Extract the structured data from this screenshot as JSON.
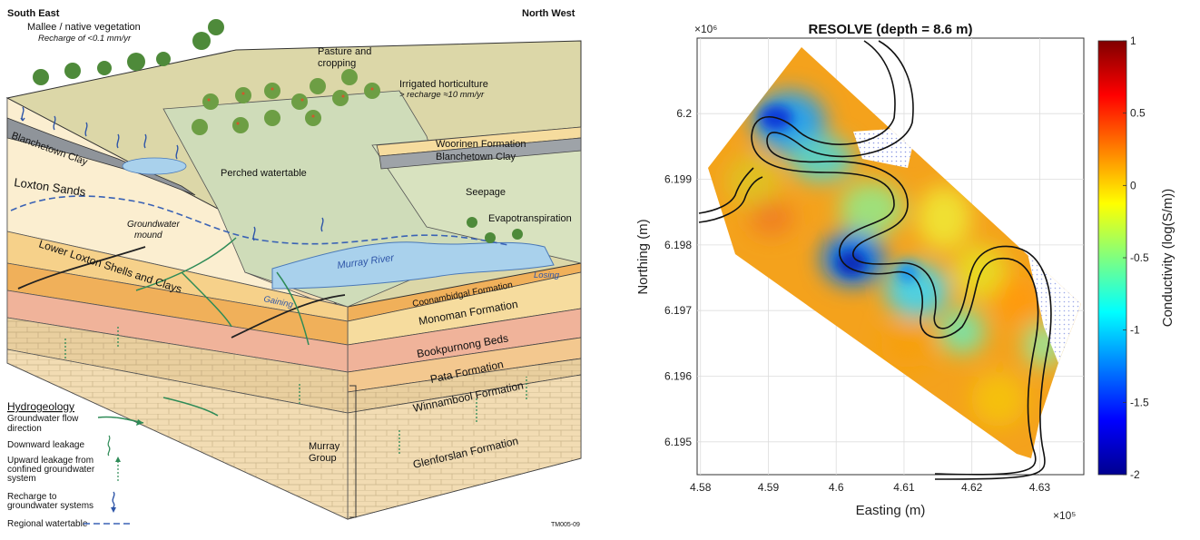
{
  "diagram": {
    "orientation": {
      "left": "South East",
      "right": "North West"
    },
    "surface_labels": {
      "mallee": "Mallee / native vegetation",
      "mallee_recharge": "Recharge of <0.1 mm/yr",
      "pasture": "Pasture and\ncropping",
      "horticulture": "Irrigated horticulture",
      "horticulture_recharge": "> recharge ≈10 mm/yr",
      "woorinen": "Woorinen Formation",
      "blanchetown_right": "Blanchetown Clay",
      "seepage": "Seepage",
      "evapotranspiration": "Evapotranspiration",
      "perched": "Perched watertable",
      "groundwater_mound": "Groundwater\nmound",
      "murray_river": "Murray River",
      "gaining": "Gaining",
      "losing": "Losing",
      "murray_group": "Murray\nGroup",
      "code": "TM005-09"
    },
    "layers": {
      "blanchetown_clay": "Blanchetown Clay",
      "loxton_sands": "Loxton Sands",
      "lower_loxton": "Lower Loxton Shells and Clays",
      "coonambidgal": "Coonambidgal Formation",
      "monoman": "Monoman Formation",
      "bookpurnong": "Bookpurnong Beds",
      "pata": "Pata Formation",
      "winnambool": "Winnambool Formation",
      "glenforsian": "Glenforslan Formation"
    },
    "legend": {
      "title": "Hydrogeology",
      "items": [
        "Groundwater flow\ndirection",
        "Downward leakage",
        "Upward leakage from\nconfined groundwater\nsystem",
        "Recharge to\ngroundwater systems",
        "Regional watertable"
      ]
    },
    "colors": {
      "sky": "#ffffff",
      "surface": "#dcd7a8",
      "loxton": "#fbeed0",
      "coonambidgal": "#f0b05a",
      "monoman": "#f6dc9e",
      "bookpurnong": "#f0b39a",
      "pata": "#f3c88f",
      "glenforsian": "#f2dcb3",
      "water": "#a9d1ec"
    }
  },
  "chart_data": {
    "type": "heatmap",
    "title": "RESOLVE (depth = 8.6 m)",
    "xlabel": "Easting (m)",
    "ylabel": "Northing (m)",
    "x_multiplier": "×10⁵",
    "y_multiplier": "×10⁶",
    "xlim": [
      4.5795,
      4.6365
    ],
    "ylim": [
      6.1945,
      6.20115
    ],
    "x_ticks": [
      4.58,
      4.59,
      4.6,
      4.61,
      4.62,
      4.63
    ],
    "x_tick_labels": [
      "4.58",
      "4.59",
      "4.6",
      "4.61",
      "4.62",
      "4.63"
    ],
    "y_ticks": [
      6.195,
      6.196,
      6.197,
      6.198,
      6.199,
      6.2
    ],
    "y_tick_labels": [
      "6.195",
      "6.196",
      "6.197",
      "6.198",
      "6.199",
      "6.2"
    ],
    "grid": true,
    "colorbar": {
      "label": "Conductivity (log(S/m))",
      "min": -2,
      "max": 1,
      "ticks": [
        1,
        0.5,
        0,
        -0.5,
        -1,
        -1.5,
        -2
      ],
      "tick_labels": [
        "1",
        "0.5",
        "0",
        "-0.5",
        "-1",
        "-1.5",
        "-2"
      ],
      "colormap": "jet"
    }
  }
}
